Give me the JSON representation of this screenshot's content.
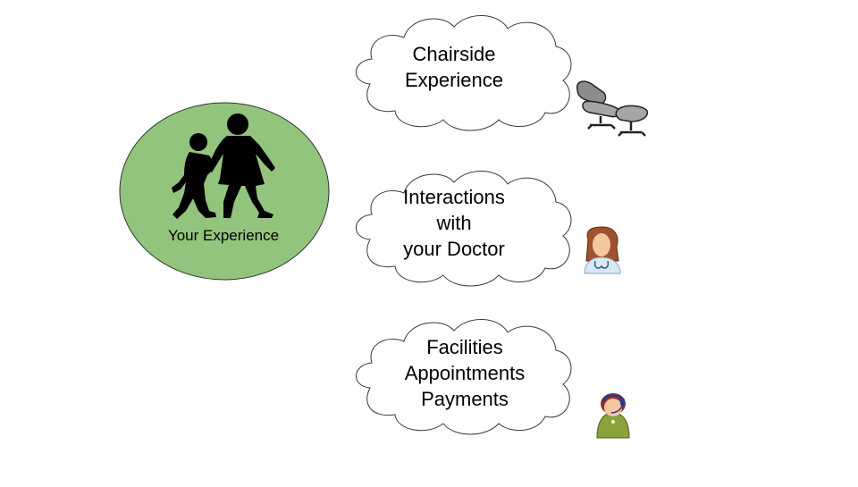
{
  "center": {
    "label": "Your Experience",
    "fill": "#93c47d",
    "icon": "children-walking-icon"
  },
  "clouds": [
    {
      "lines": [
        "Chairside",
        "Experience"
      ],
      "icon": "lounge-chair-icon"
    },
    {
      "lines": [
        "Interactions",
        "with",
        "your Doctor"
      ],
      "icon": "doctor-icon"
    },
    {
      "lines": [
        "Facilities",
        "Appointments",
        "Payments"
      ],
      "icon": "receptionist-headset-icon"
    }
  ]
}
